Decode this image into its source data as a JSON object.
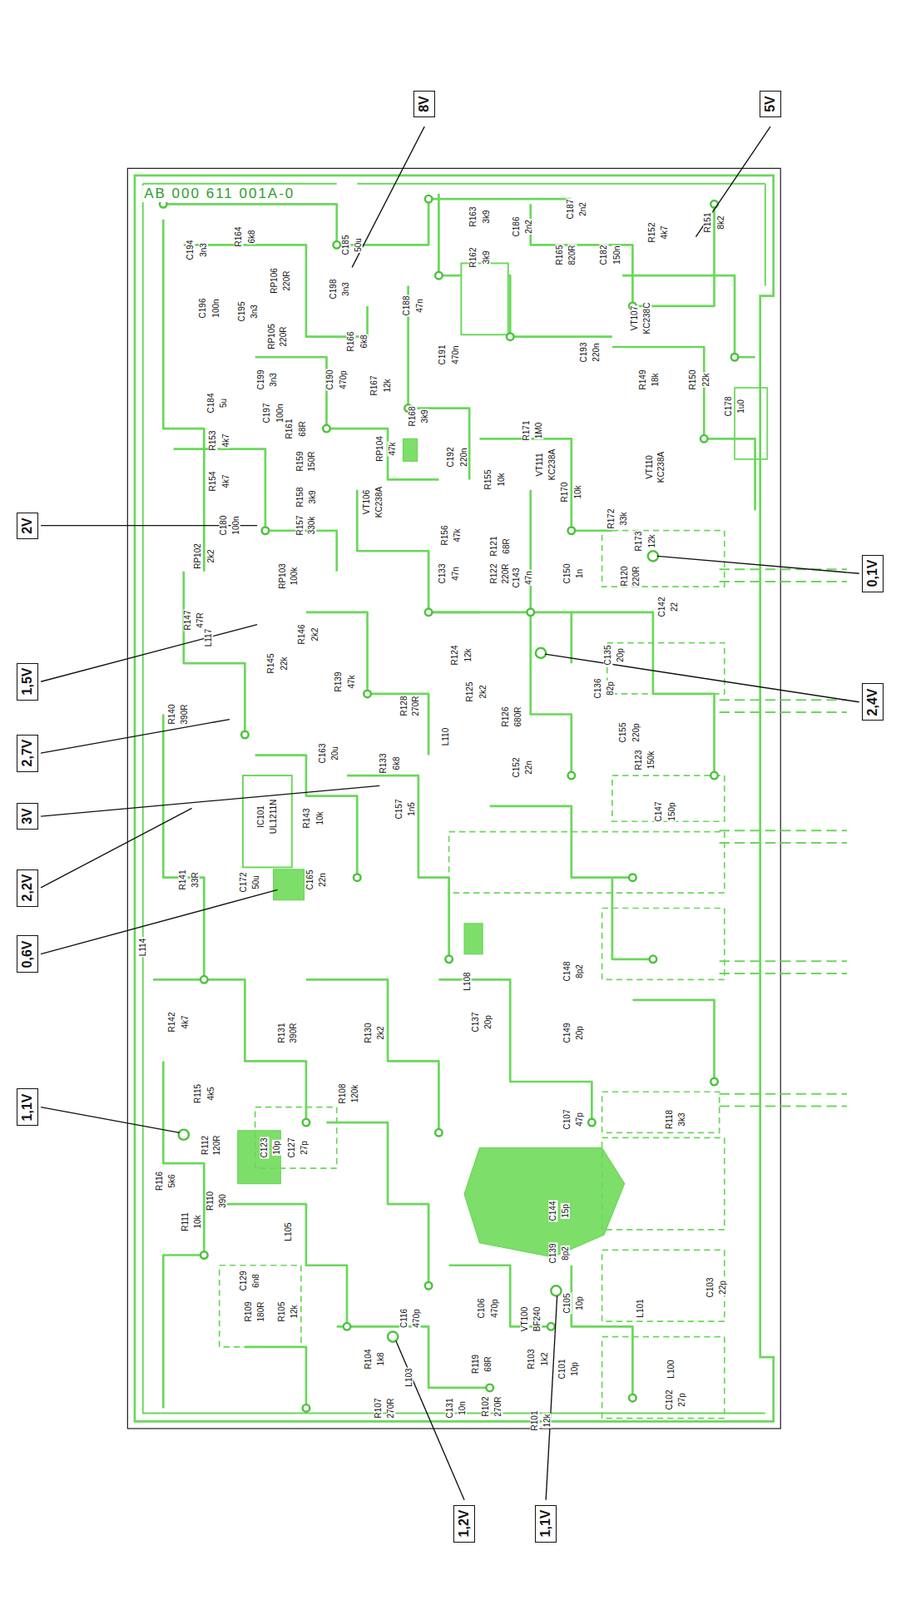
{
  "diagram": {
    "nodes": [
      {
        "text": [
          "8V"
        ]
      },
      {
        "text": [
          "5V"
        ]
      },
      {
        "text": [
          "2V"
        ]
      },
      {
        "text": [
          "1,5V"
        ]
      },
      {
        "text": [
          "2,7V"
        ]
      },
      {
        "text": [
          "3V"
        ]
      },
      {
        "text": [
          "2,2V"
        ]
      },
      {
        "text": [
          "0,6V"
        ]
      },
      {
        "text": [
          "1,1V"
        ]
      },
      {
        "text": [
          "0,1V"
        ]
      },
      {
        "text": [
          "2,4V"
        ]
      },
      {
        "text": [
          "1,2V"
        ]
      },
      {
        "text": [
          "1,1V"
        ]
      }
    ],
    "labels": [
      "AB 000 611 001A-0",
      "C194",
      "3n3",
      "R164",
      "6k8",
      "C185",
      "50u",
      "R163",
      "3k9",
      "C186",
      "2n2",
      "C187",
      "2n2",
      "R162",
      "3k9",
      "R165",
      "820R",
      "C182",
      "150n",
      "R152",
      "4k7",
      "R151",
      "8k2",
      "C196",
      "100n",
      "C195",
      "3n3",
      "RP106",
      "220R",
      "C198",
      "3n3",
      "C188",
      "47n",
      "R166",
      "6k8",
      "C191",
      "470n",
      "C193",
      "220n",
      "VT107",
      "KC238C",
      "RP105",
      "220R",
      "C199",
      "3n3",
      "C190",
      "470p",
      "R167",
      "12k",
      "R149",
      "18k",
      "R150",
      "22k",
      "C184",
      "5u",
      "C197",
      "100n",
      "R168",
      "3k9",
      "R171",
      "1M0",
      "C178",
      "1u0",
      "R161",
      "68R",
      "RP104",
      "47k",
      "C192",
      "220n",
      "VT111",
      "KC238A",
      "VT110",
      "KC238A",
      "R153",
      "4k7",
      "R154",
      "4k7",
      "R159",
      "150R",
      "R155",
      "10k",
      "R170",
      "10k",
      "R158",
      "3k9",
      "VT106",
      "KC238A",
      "R157",
      "330k",
      "R172",
      "33k",
      "C180",
      "100n",
      "R156",
      "47k",
      "R121",
      "68R",
      "R173",
      "12k",
      "RP102",
      "2k2",
      "RP103",
      "100k",
      "C133",
      "47n",
      "R122",
      "220R",
      "C143",
      "47n",
      "C150",
      "1n",
      "R120",
      "220R",
      "C142",
      "22",
      "R147",
      "47R",
      "R146",
      "2k2",
      "R145",
      "22k",
      "R124",
      "12k",
      "C135",
      "20p",
      "R139",
      "47k",
      "C136",
      "82p",
      "R125",
      "2k2",
      "R128",
      "270R",
      "R140",
      "390R",
      "R126",
      "680R",
      "C155",
      "220p",
      "R133",
      "6k8",
      "C163",
      "20u",
      "C152",
      "22n",
      "R123",
      "150k",
      "C157",
      "1n5",
      "C147",
      "150p",
      "R143",
      "10k",
      "IC101",
      "UL1211N",
      "R141",
      "33R",
      "C172",
      "50u",
      "C165",
      "22n",
      "C148",
      "8p2",
      "C137",
      "20p",
      "C149",
      "20p",
      "R142",
      "4k7",
      "R131",
      "390R",
      "R130",
      "2k2",
      "R108",
      "120k",
      "R115",
      "4k5",
      "C107",
      "47p",
      "R118",
      "3k3",
      "R112",
      "120R",
      "C123",
      "10p",
      "C127",
      "27p",
      "R116",
      "5k6",
      "C144",
      "15p",
      "R110",
      "390",
      "R111",
      "10k",
      "C139",
      "8p2",
      "C129",
      "6n8",
      "R109",
      "180R",
      "R105",
      "12k",
      "C105",
      "10p",
      "C103",
      "22p",
      "VT100",
      "BF240",
      "C116",
      "470p",
      "C106",
      "470p",
      "R104",
      "1k8",
      "R119",
      "68R",
      "R103",
      "1k2",
      "C101",
      "10p",
      "C102",
      "27p",
      "R107",
      "270R",
      "C131",
      "10n",
      "R102",
      "270R",
      "R101",
      "12k",
      "L110",
      "L108",
      "L105",
      "L101",
      "L100",
      "L103",
      "L114",
      "L117"
    ]
  }
}
